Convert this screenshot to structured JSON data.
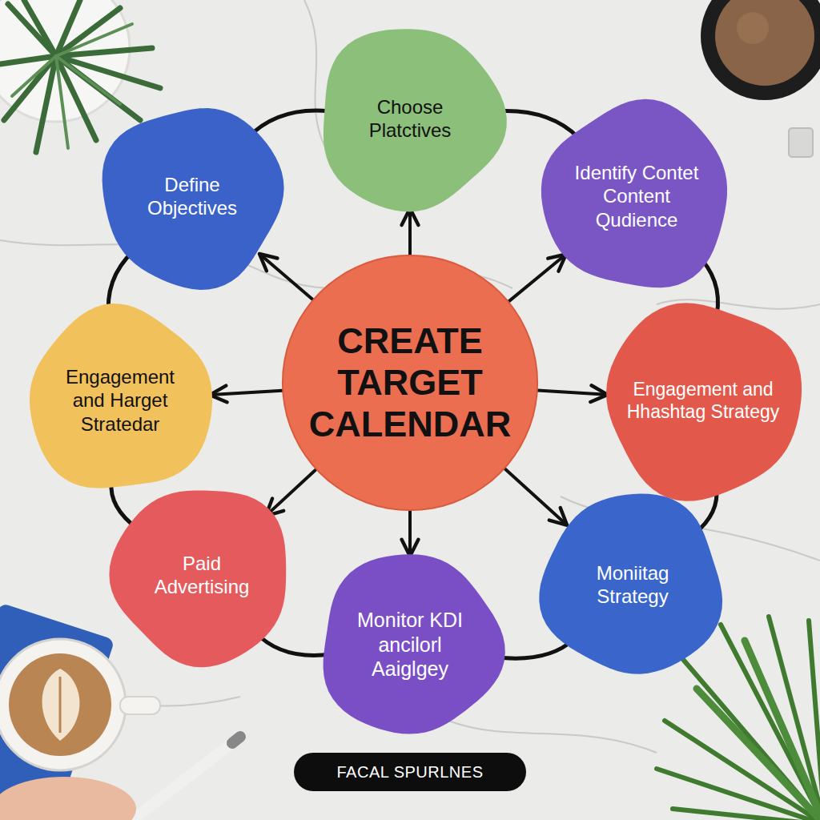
{
  "diagram": {
    "nodes": [
      {
        "text": [
          "Choose Platctives"
        ]
      },
      {
        "text": [
          "Define Objectives"
        ]
      },
      {
        "text": [
          "Identify Contet Content Qudience"
        ]
      },
      {
        "text": [
          "Engagement and Harget Stratedar"
        ]
      },
      {
        "text": [
          "CREATE TARGET CALENDAR"
        ]
      },
      {
        "text": [
          "Engagement and Hhashtag Strategy"
        ]
      },
      {
        "text": [
          "Paid Advertising"
        ]
      },
      {
        "text": [
          "Moniitag Strategy"
        ]
      },
      {
        "text": [
          "Monitor KDI ancilorl Aaiglgey"
        ]
      }
    ],
    "edges": [
      {
        "from": 4,
        "to": 0,
        "arrow": "to"
      },
      {
        "from": 4,
        "to": 1,
        "arrow": "to"
      },
      {
        "from": 4,
        "to": 2,
        "arrow": "to"
      },
      {
        "from": 4,
        "to": 3,
        "arrow": "to"
      },
      {
        "from": 4,
        "to": 5,
        "arrow": "to"
      },
      {
        "from": 4,
        "to": 6,
        "arrow": "to"
      },
      {
        "from": 4,
        "to": 7,
        "arrow": "to"
      },
      {
        "from": 4,
        "to": 8,
        "arrow": "to"
      },
      {
        "from": 0,
        "to": 2,
        "arrow": "none"
      },
      {
        "from": 2,
        "to": 5,
        "arrow": "none"
      },
      {
        "from": 5,
        "to": 7,
        "arrow": "none"
      },
      {
        "from": 7,
        "to": 8,
        "arrow": "none"
      },
      {
        "from": 8,
        "to": 6,
        "arrow": "none"
      },
      {
        "from": 6,
        "to": 3,
        "arrow": "none"
      },
      {
        "from": 3,
        "to": 1,
        "arrow": "none"
      },
      {
        "from": 1,
        "to": 0,
        "arrow": "none"
      }
    ],
    "labels": [
      "FACAL SPURLNES"
    ]
  }
}
